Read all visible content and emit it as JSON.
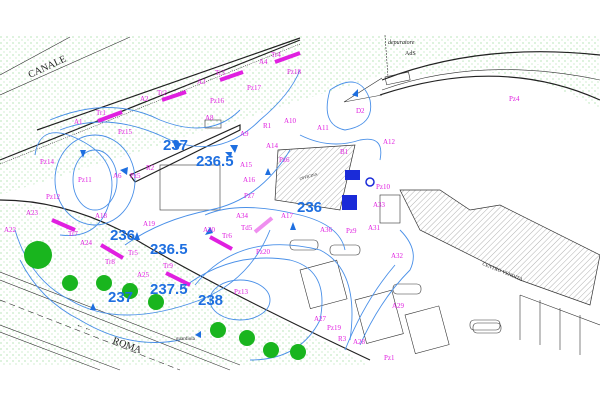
{
  "title_labels": {
    "canal": "CANALE",
    "road": "ROMA",
    "depurator_line1": "depuratore",
    "depurator_line2": "AdS",
    "service_center": "CENTRO VENDITA",
    "guard": "guardiola",
    "workshop": "OFFICINA"
  },
  "contour_labels": [
    "237",
    "236.5",
    "236",
    "236",
    "236.5",
    "237",
    "237.5",
    "238"
  ],
  "point_labels": [
    "A1",
    "Tr1",
    "Pz15",
    "A2",
    "Tr2",
    "Pz16",
    "A3",
    "Tr3",
    "Pz17",
    "A4",
    "Tr4",
    "Pz18",
    "A8",
    "R1",
    "A10",
    "A9",
    "A14",
    "Pz6",
    "A15",
    "A16",
    "Pz7",
    "R2",
    "A6",
    "Pz5",
    "Pz11",
    "Pz14",
    "A23",
    "A22",
    "Pz12",
    "A18",
    "A24",
    "Tr7",
    "Tr8",
    "A19",
    "A25",
    "Tr9",
    "A17",
    "Td5",
    "A34",
    "Tr6",
    "A20",
    "Pz20",
    "Pz13",
    "A11",
    "D2",
    "B1",
    "A12",
    "Pz10",
    "Pz4",
    "A36",
    "Pz9",
    "A31",
    "A33",
    "A32",
    "A29",
    "A27",
    "Pz19",
    "R3",
    "A28",
    "Pz1",
    "Tr5"
  ],
  "colors": {
    "contour": "#4a90e8",
    "survey_point": "#e020e0",
    "vegetation": "#19b51e",
    "label_blue": "#1e6fe0"
  }
}
